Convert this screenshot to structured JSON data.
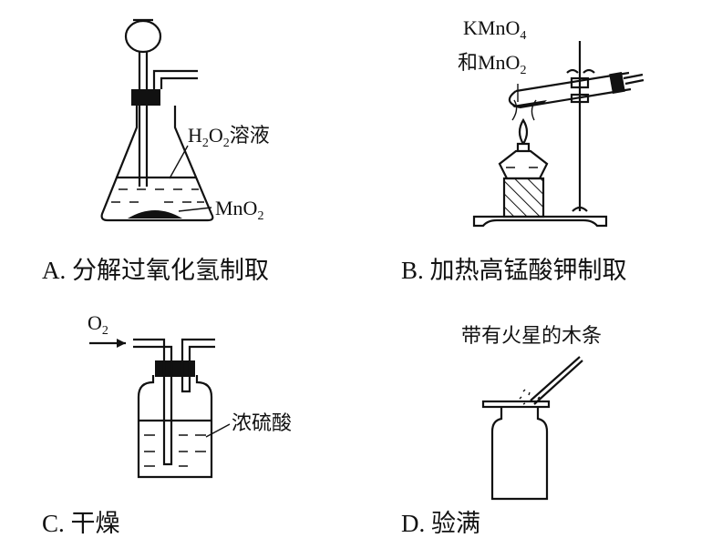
{
  "panel_a": {
    "caption": "A. 分解过氧化氢制取",
    "liquid_label": {
      "p1": "H",
      "s1": "2",
      "p2": "O",
      "s2": "2",
      "p3": "溶液"
    },
    "solid_label": {
      "p1": "MnO",
      "s1": "2"
    }
  },
  "panel_b": {
    "caption": "B. 加热高锰酸钾制取",
    "reagent_line1": {
      "p1": "KMnO",
      "s1": "4"
    },
    "reagent_line2": {
      "p1": "和MnO",
      "s1": "2"
    }
  },
  "panel_c": {
    "caption": "C. 干燥",
    "gas_label": {
      "p1": "O",
      "s1": "2"
    },
    "liquid_label": "浓硫酸"
  },
  "panel_d": {
    "caption": "D. 验满",
    "splint_label": "带有火星的木条"
  }
}
